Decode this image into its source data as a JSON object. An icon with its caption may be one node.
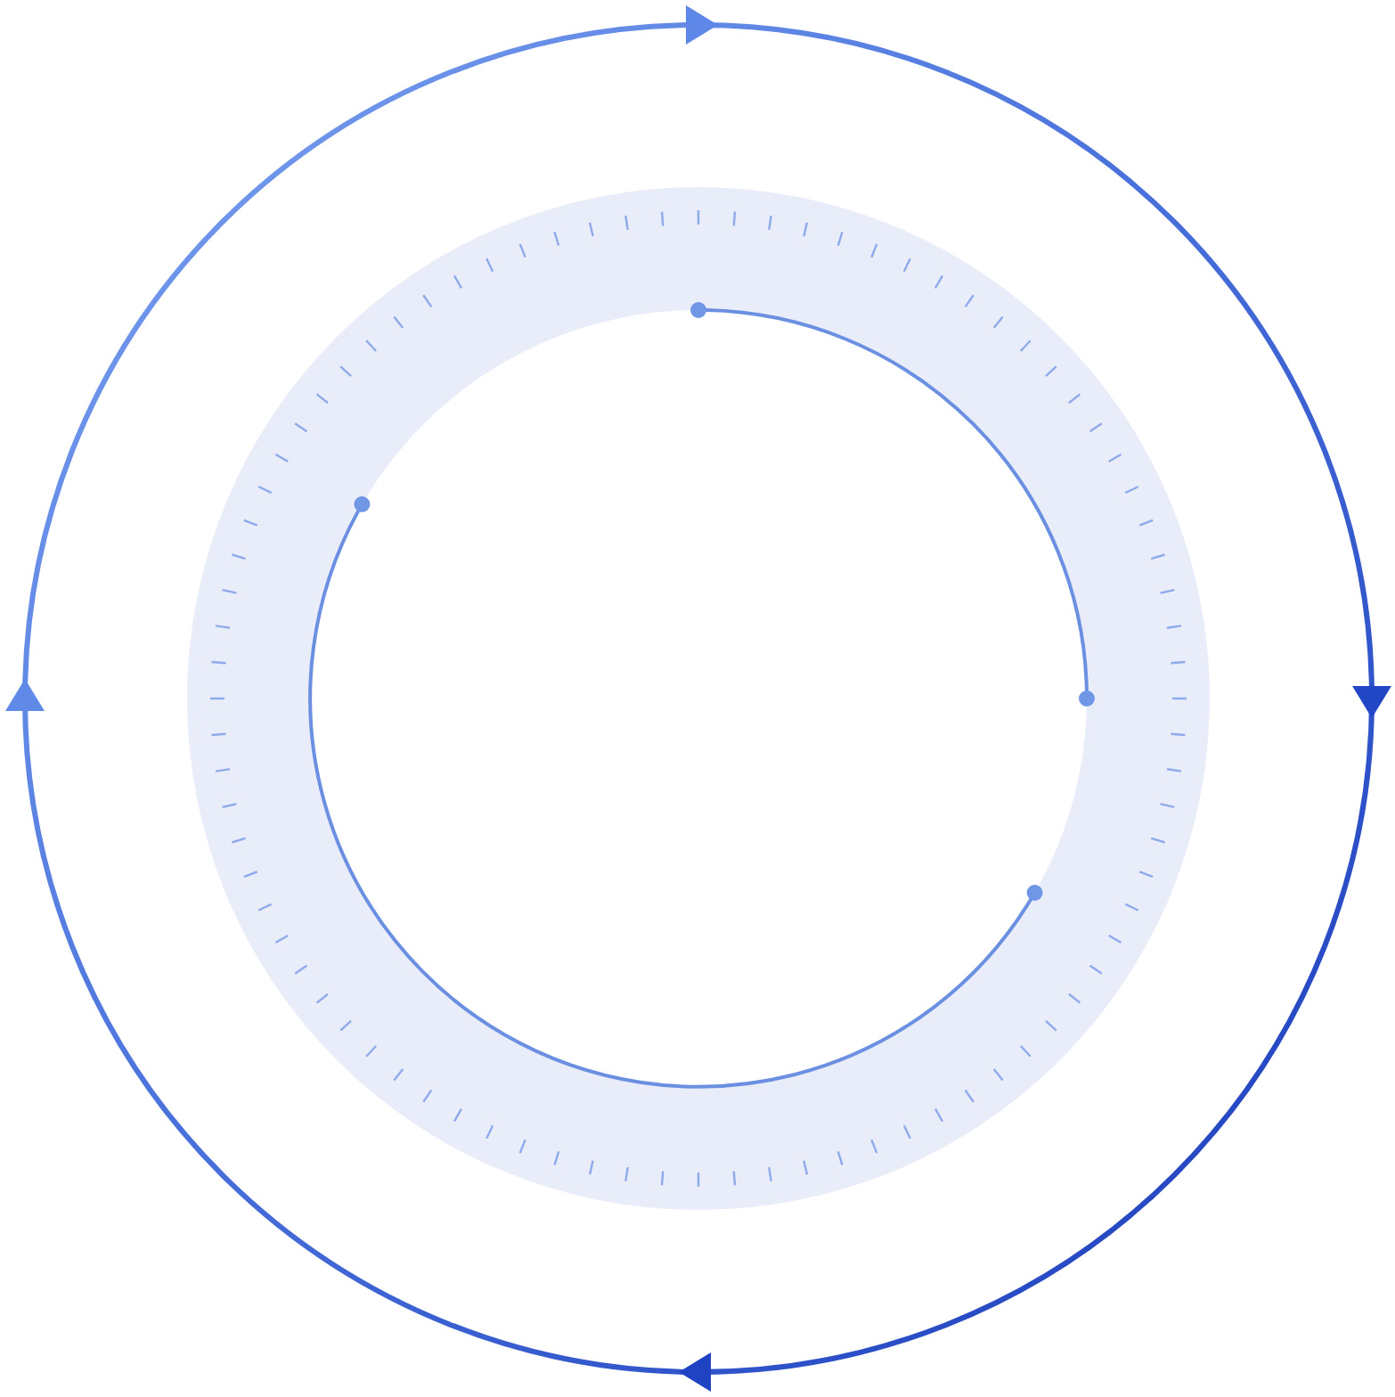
{
  "diagram": {
    "nodes": [
      {
        "text": [],
        "shape": "circle"
      },
      {
        "text": [],
        "shape": "circle"
      },
      {
        "text": [],
        "shape": "circle"
      },
      {
        "text": [],
        "shape": "circle"
      }
    ],
    "edges": [
      {
        "from": 0,
        "to": 2,
        "arrow": "none"
      },
      {
        "from": 3,
        "to": 1,
        "arrow": "none"
      }
    ]
  }
}
